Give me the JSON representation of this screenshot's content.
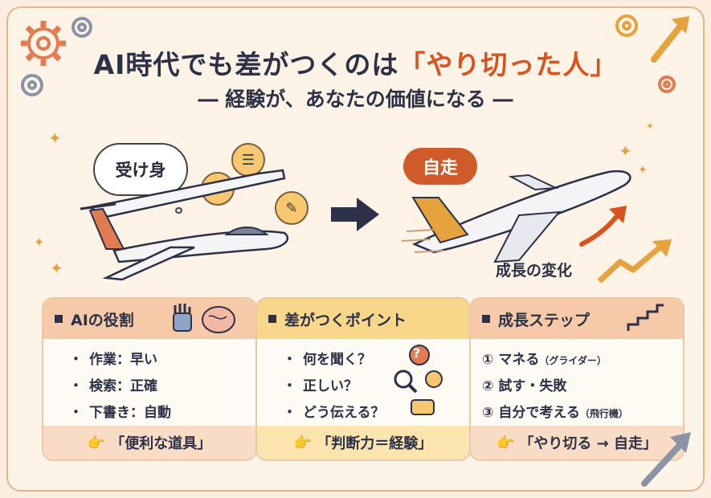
{
  "title": {
    "main": "AI時代でも差がつくのは",
    "highlight": "「やり切った人」"
  },
  "subtitle": "― 経験が、あなたの価値になる ―",
  "scene": {
    "passive_label": "受け身",
    "self_driving_label": "自走",
    "growth_label": "成長の変化"
  },
  "panels": [
    {
      "heading": "AIの役割",
      "items": [
        "作業：早い",
        "検索：正確",
        "下書き：自動"
      ],
      "footer": "「便利な道具」"
    },
    {
      "heading": "差がつくポイント",
      "items": [
        "何を聞く？",
        "正しい？",
        "どう伝える？"
      ],
      "footer": "「判断力＝経験」"
    },
    {
      "heading": "成長ステップ",
      "items": [
        {
          "num": "①",
          "text": "マネる",
          "note": "（グライダー）"
        },
        {
          "num": "②",
          "text": "試す・失敗",
          "note": ""
        },
        {
          "num": "③",
          "text": "自分で考える",
          "note": "（飛行機）"
        }
      ],
      "footer": "「やり切る → 自走」"
    }
  ],
  "icons": {
    "bullet": "・",
    "hand": "👉",
    "question_marks": "?",
    "colors": {
      "accent": "#d9531e",
      "navy": "#2c3148",
      "gold": "#f7c870"
    }
  }
}
